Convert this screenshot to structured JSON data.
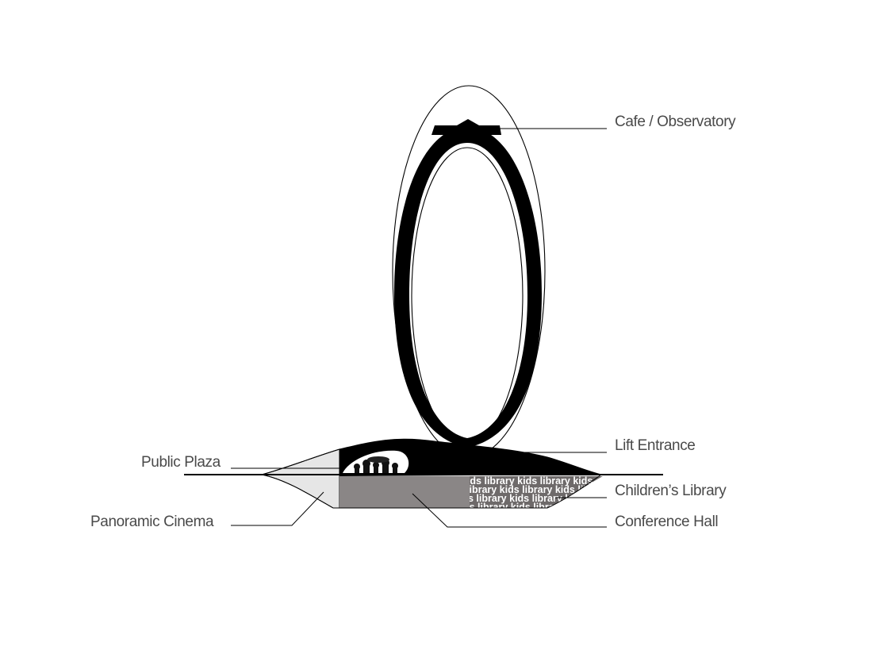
{
  "labels": {
    "cafe": "Cafe / Observatory",
    "lift": "Lift Entrance",
    "plaza": "Public Plaza",
    "library": "Children’s Library",
    "cinema": "Panoramic Cinema",
    "conference": "Conference Hall"
  },
  "library_pattern": [
    "kids library kids library kids",
    "library kids library kids library",
    "s library kids library kids libr",
    "ds library kids library kids lib"
  ],
  "colors": {
    "ink": "#000000",
    "label": "#4a4a4a",
    "cinema_fill": "#e6e6e6",
    "conference_fill": "#8a8686",
    "library_fill": "#6e6a6a"
  }
}
